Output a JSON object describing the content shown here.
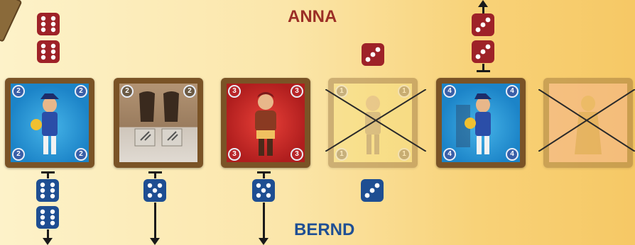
{
  "players": {
    "top": {
      "name": "ANNA",
      "color": "#9b2e26"
    },
    "bottom": {
      "name": "BERND",
      "color": "#1f4f94"
    }
  },
  "cards": [
    {
      "id": "card-1",
      "theme": "blue",
      "values": [
        "2",
        "2",
        "2",
        "2"
      ],
      "crossed": false
    },
    {
      "id": "card-2",
      "theme": "tan",
      "values": [
        "2",
        "2"
      ],
      "crossed": false
    },
    {
      "id": "card-3",
      "theme": "red",
      "values": [
        "3",
        "3",
        "3",
        "3"
      ],
      "crossed": false
    },
    {
      "id": "card-4",
      "theme": "yellow",
      "values": [
        "1",
        "1",
        "1",
        "1"
      ],
      "crossed": true
    },
    {
      "id": "card-5",
      "theme": "blue",
      "values": [
        "4",
        "4",
        "4",
        "4"
      ],
      "crossed": false
    },
    {
      "id": "card-6",
      "theme": "pink",
      "values": [
        "",
        "",
        "",
        ""
      ],
      "crossed": true
    }
  ],
  "dice": {
    "red_color": "#9e2228",
    "blue_color": "#1e4e92",
    "anna": [
      {
        "column": 1,
        "faces": [
          6,
          6
        ]
      },
      {
        "column": 4,
        "faces": [
          3
        ]
      },
      {
        "column": 5,
        "faces": [
          3,
          3
        ]
      }
    ],
    "bernd": [
      {
        "column": 1,
        "faces": [
          6,
          6
        ]
      },
      {
        "column": 2,
        "faces": [
          5
        ]
      },
      {
        "column": 3,
        "faces": [
          5
        ]
      },
      {
        "column": 4,
        "faces": [
          3
        ]
      }
    ]
  }
}
